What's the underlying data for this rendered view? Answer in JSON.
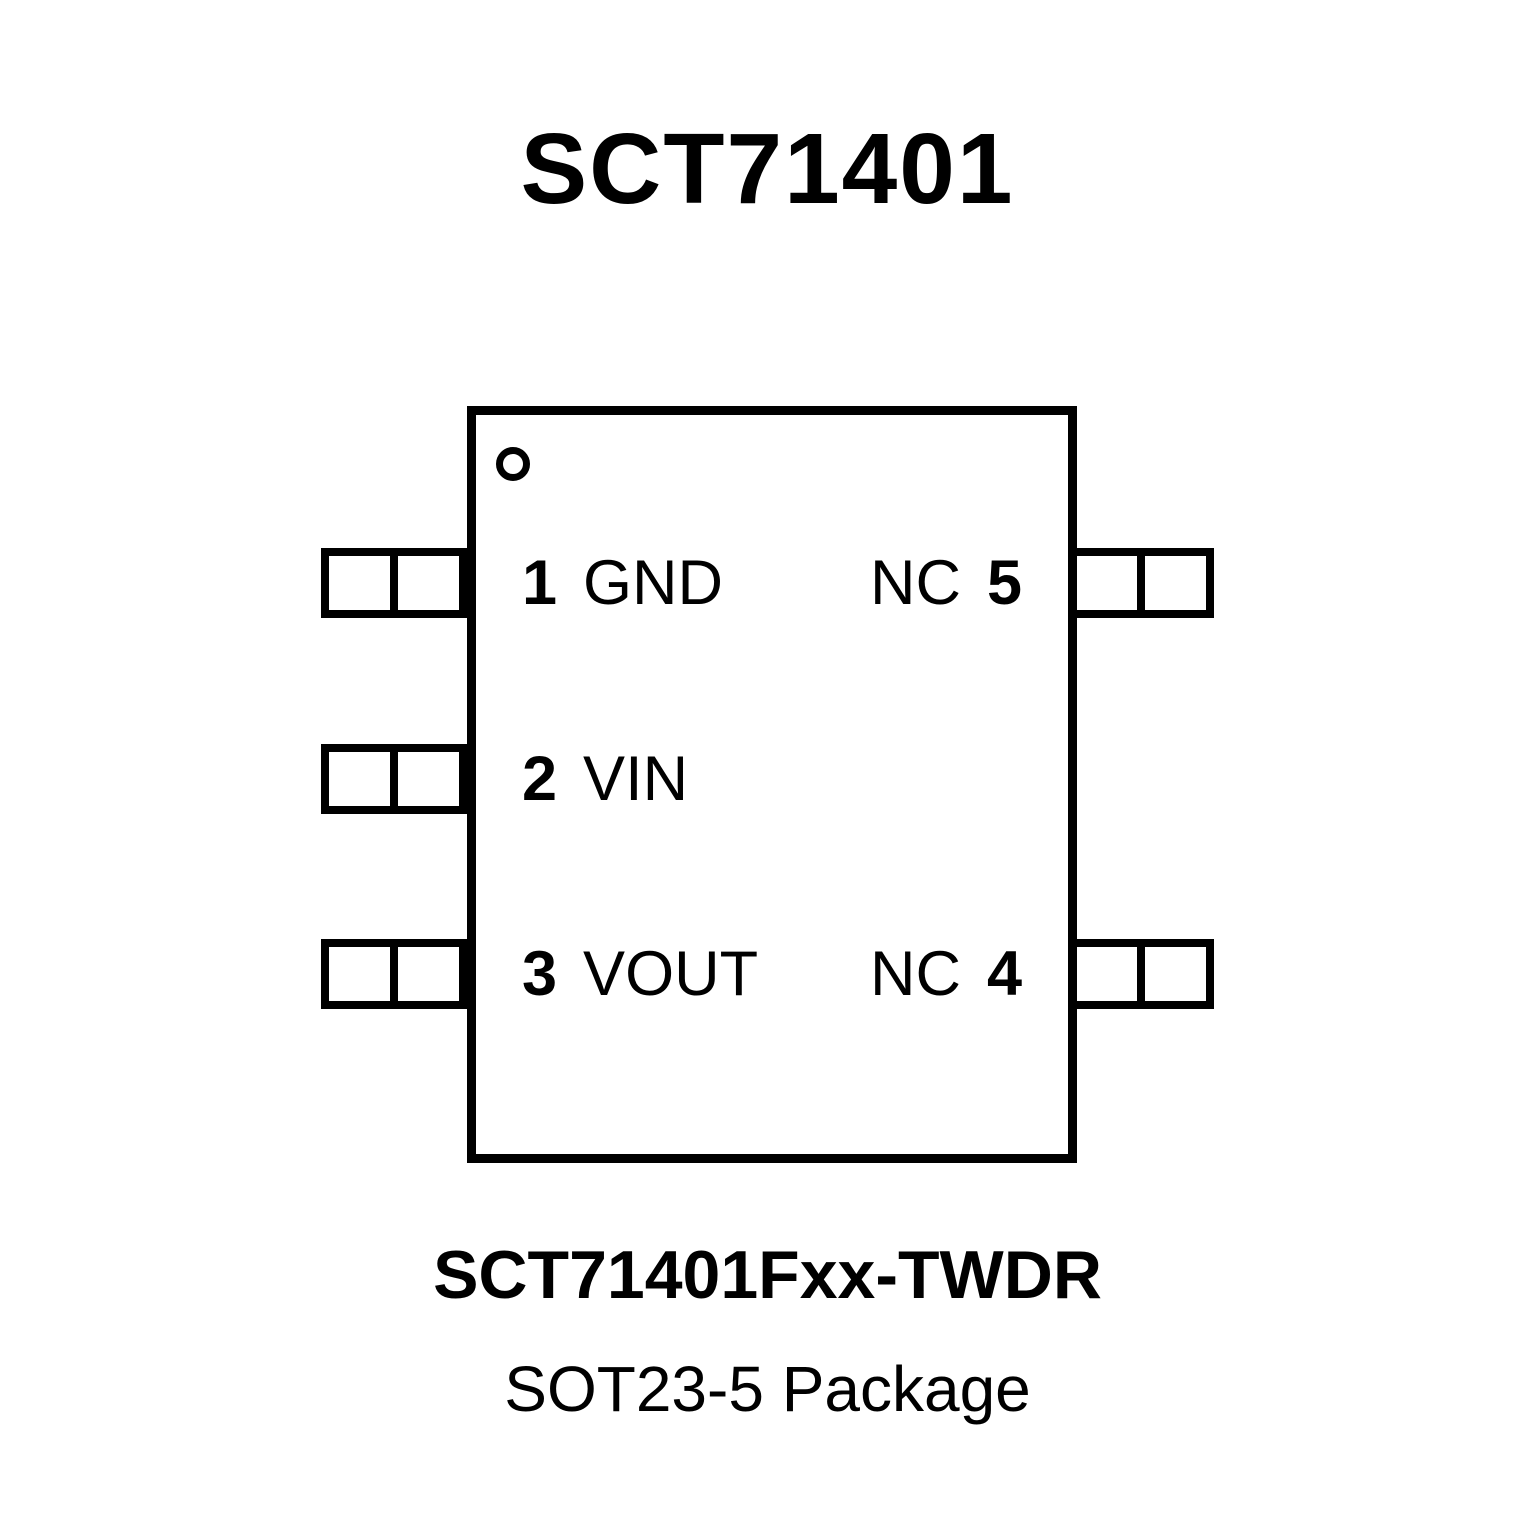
{
  "title": "SCT71401",
  "ic": {
    "rows": [
      {
        "left_number": "1",
        "left_label": "GND",
        "right_label": "NC",
        "right_number": "5"
      },
      {
        "left_number": "2",
        "left_label": "VIN"
      },
      {
        "left_number": "3",
        "left_label": "VOUT",
        "right_label": "NC",
        "right_number": "4"
      }
    ]
  },
  "footer": {
    "part_number": "SCT71401Fxx-TWDR",
    "package": "SOT23-5 Package"
  },
  "colors": {
    "line": "#000000",
    "background": "#ffffff"
  }
}
